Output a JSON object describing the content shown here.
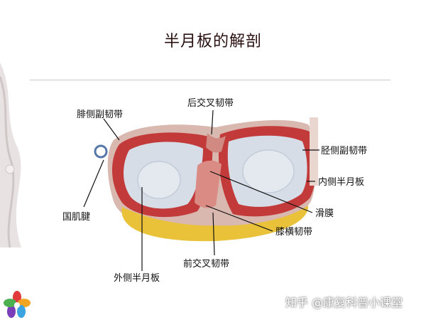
{
  "title": "半月板的解剖",
  "labels": {
    "fibular_collateral": "腓侧副韧带",
    "posterior_cruciate": "后交叉韧带",
    "tibial_collateral": "胫侧副韧带",
    "medial_meniscus": "内侧半月板",
    "popliteus": "国肌腱",
    "synovium": "滑膜",
    "transverse_ligament": "膝横韧带",
    "anterior_cruciate": "前交叉韧带",
    "lateral_meniscus": "外侧半月板"
  },
  "watermark": "知乎 @康复科普小课堂",
  "colors": {
    "meniscus_red": "#c23a3a",
    "cartilage": "#d6dde6",
    "fat_yellow": "#e9c23a",
    "capsule": "#d9b8b0"
  }
}
